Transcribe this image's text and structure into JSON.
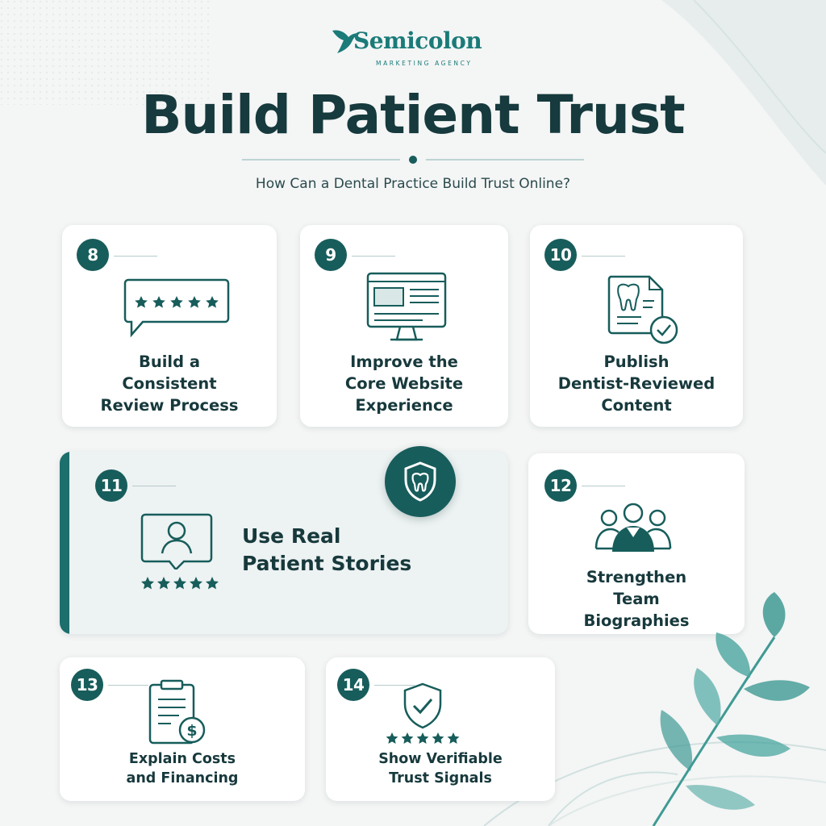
{
  "logo": {
    "name": "Semicolon",
    "tagline": "MARKETING AGENCY"
  },
  "header": {
    "title": "Build Patient Trust",
    "subtitle": "How Can a Dental Practice Build Trust Online?"
  },
  "colors": {
    "primary": "#175d5b",
    "accent": "#1c6f6c",
    "title_text": "#163a3d",
    "card_bg": "#ffffff",
    "featured_bg": "#edf2f2",
    "leaf": "#3f9a94"
  },
  "cards": [
    {
      "number": "8",
      "icon": "review-speech-bubble-icon",
      "lines": [
        "Build a",
        "Consistent",
        "Review Process"
      ]
    },
    {
      "number": "9",
      "icon": "website-monitor-icon",
      "lines": [
        "Improve the",
        "Core Website",
        "Experience"
      ]
    },
    {
      "number": "10",
      "icon": "tooth-document-check-icon",
      "lines": [
        "Publish",
        "Dentist-Reviewed",
        "Content"
      ]
    },
    {
      "number": "11",
      "icon": "patient-testimonial-icon",
      "lines": [
        "Use Real",
        "Patient Stories"
      ],
      "featured": true
    },
    {
      "number": "12",
      "icon": "team-group-icon",
      "lines": [
        "Strengthen",
        "Team",
        "Biographies"
      ]
    },
    {
      "number": "13",
      "icon": "clipboard-dollar-icon",
      "lines": [
        "Explain Costs",
        "and Financing"
      ]
    },
    {
      "number": "14",
      "icon": "shield-check-icon",
      "lines": [
        "Show Verifiable",
        "Trust Signals"
      ]
    }
  ],
  "featured_badge_icon": "tooth-shield-icon"
}
